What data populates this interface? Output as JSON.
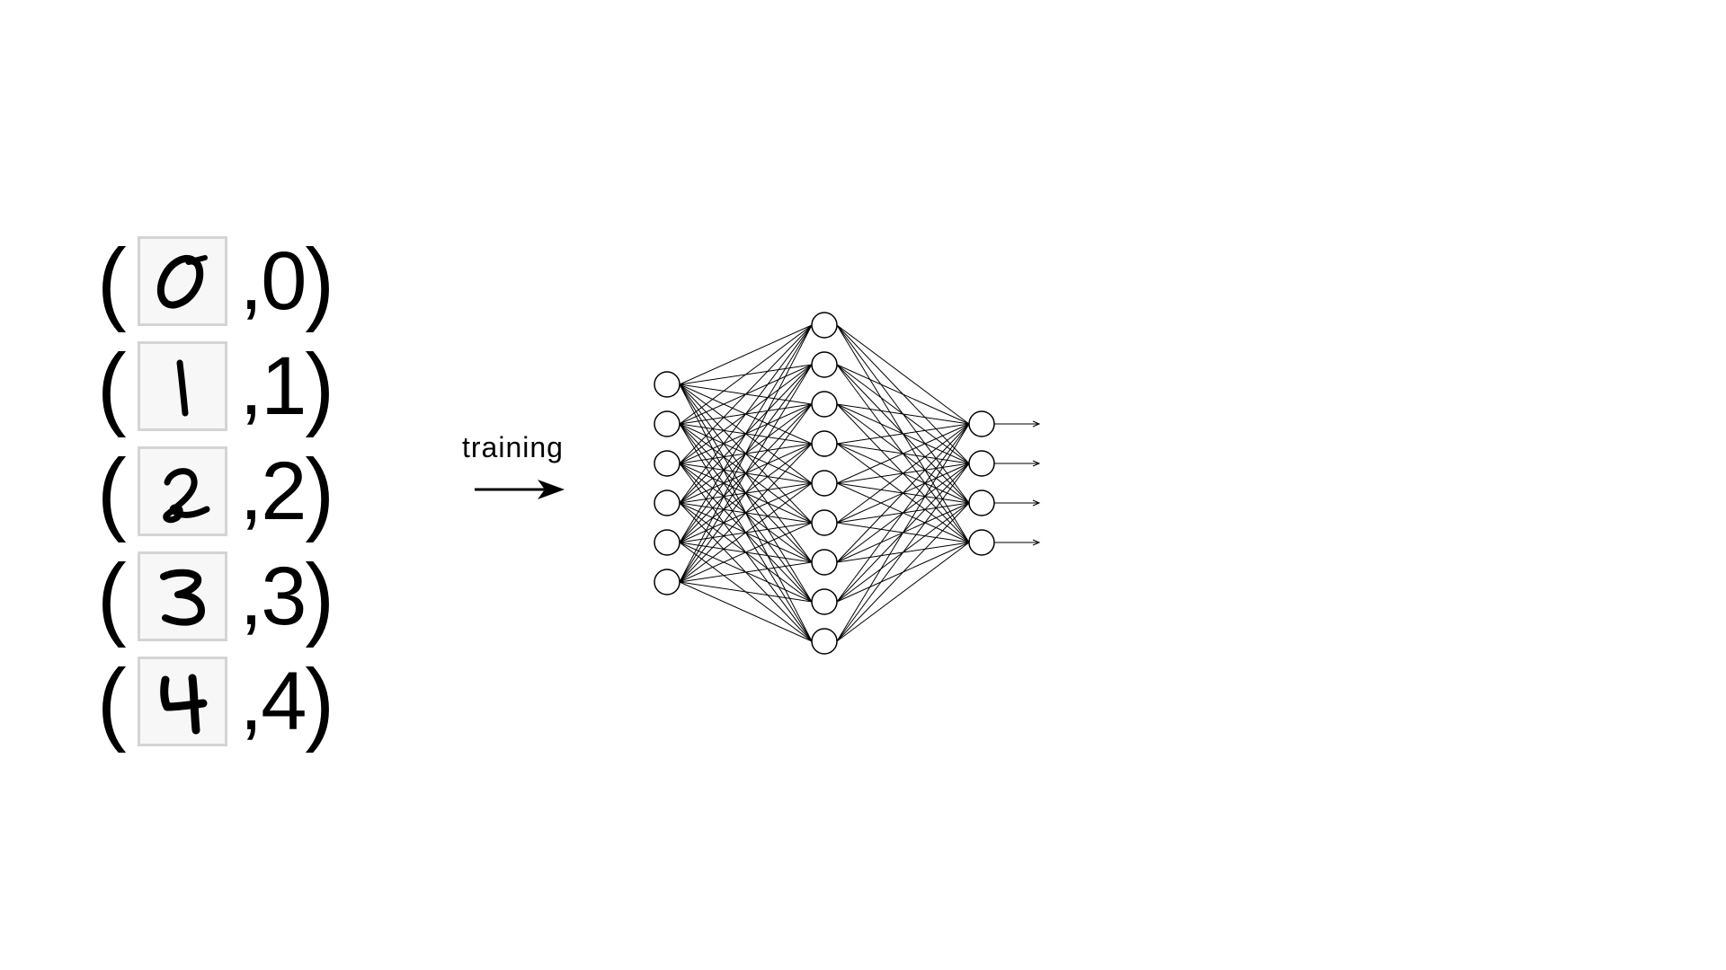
{
  "pairs": [
    {
      "open": "(",
      "digit_image": "handwritten-0",
      "label": ",0",
      "close": ")"
    },
    {
      "open": "(",
      "digit_image": "handwritten-1",
      "label": ",1",
      "close": ")"
    },
    {
      "open": "(",
      "digit_image": "handwritten-2",
      "label": ",2",
      "close": ")"
    },
    {
      "open": "(",
      "digit_image": "handwritten-3",
      "label": ",3",
      "close": ")"
    },
    {
      "open": "(",
      "digit_image": "handwritten-4",
      "label": ",4",
      "close": ")"
    }
  ],
  "arrow": {
    "label": "training",
    "icon": "right-arrow-icon"
  },
  "network": {
    "layers": [
      {
        "name": "input",
        "nodes": 6
      },
      {
        "name": "hidden",
        "nodes": 9
      },
      {
        "name": "output",
        "nodes": 4
      }
    ],
    "connections": "fully-connected",
    "outputs_have_arrows": true,
    "node_fill": "#ffffff",
    "stroke_color": "#000000"
  }
}
